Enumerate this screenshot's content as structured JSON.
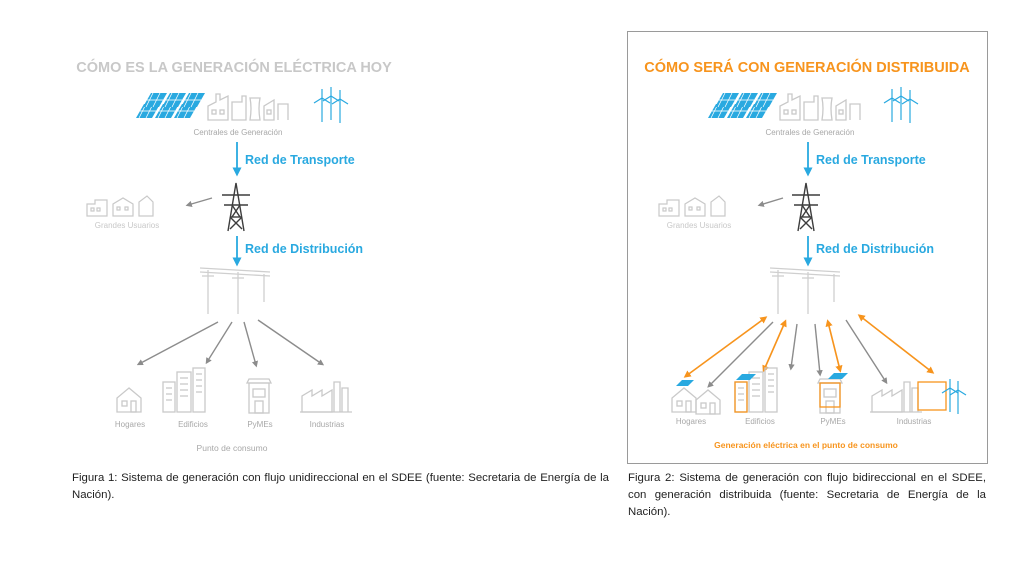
{
  "figure1": {
    "title": "CÓMO ES LA GENERACIÓN ELÉCTRICA HOY",
    "plants_label": "Centrales de Generación",
    "transport_label": "Red de Transporte",
    "large_users_label": "Grandes Usuarios",
    "distribution_label": "Red de Distribución",
    "consumers": [
      "Hogares",
      "Edificios",
      "PyMEs",
      "Industrias"
    ],
    "consumption_label": "Punto de consumo",
    "caption": "Figura 1: Sistema de generación con flujo unidireccional en el SDEE (fuente: Secretaria de Energía de la Nación)."
  },
  "figure2": {
    "title": "CÓMO SERÁ CON GENERACIÓN DISTRIBUIDA",
    "plants_label": "Centrales de Generación",
    "transport_label": "Red de Transporte",
    "large_users_label": "Grandes Usuarios",
    "distribution_label": "Red de Distribución",
    "consumers": [
      "Hogares",
      "Edificios",
      "PyMEs",
      "Industrias"
    ],
    "consumption_label": "Generación eléctrica en el punto de consumo",
    "caption": "Figura 2: Sistema de generación con flujo bidireccional en el SDEE, con generación distribuida (fuente: Secretaria de Energía de la Nación)."
  },
  "colors": {
    "title_gray": "#c8c8c8",
    "title_orange": "#f7941d",
    "network_blue": "#29a9e0",
    "icon_gray": "#c9c9c9",
    "label_gray": "#a8a8a8",
    "arrow_gray": "#8c8c8c",
    "orange": "#f7941d",
    "border": "#9a9a9a"
  }
}
